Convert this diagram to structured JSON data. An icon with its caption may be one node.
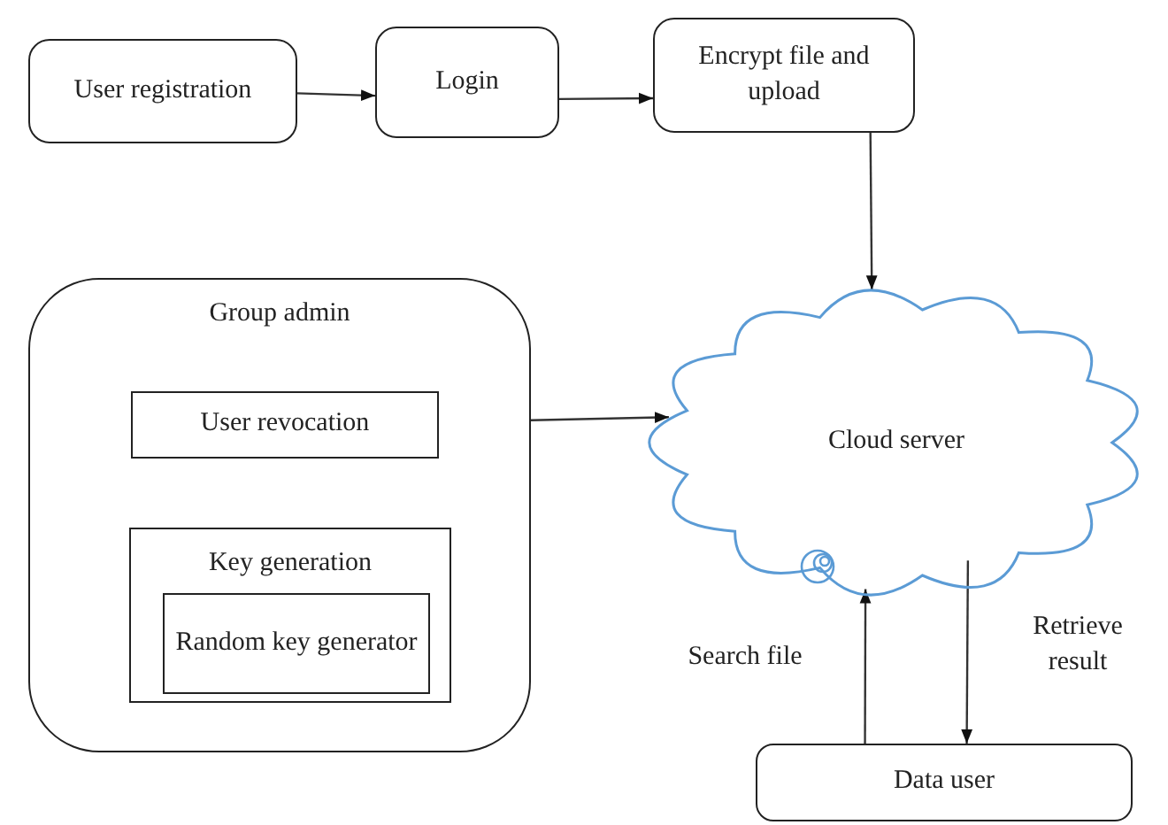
{
  "diagram": {
    "nodes": [
      {
        "text": [
          "User registration"
        ]
      },
      {
        "text": [
          "Login"
        ]
      },
      {
        "text": [
          "Encrypt file and upload"
        ]
      },
      {
        "text": [
          "Group admin"
        ]
      },
      {
        "text": [
          "User revocation"
        ],
        "in": 3
      },
      {
        "text": [
          "Key generation"
        ],
        "in": 3
      },
      {
        "text": [
          "Random key generator"
        ],
        "in": 5
      },
      {
        "text": [
          "Cloud server"
        ]
      },
      {
        "text": [
          "Data user"
        ]
      }
    ],
    "edges": [
      {
        "from": 0,
        "to": 1,
        "arrow": "to"
      },
      {
        "from": 1,
        "to": 2,
        "arrow": "to"
      },
      {
        "from": 2,
        "to": 7,
        "arrow": "to"
      },
      {
        "from": 3,
        "to": 7,
        "arrow": "to"
      },
      {
        "from": 8,
        "to": 7,
        "arrow": "to",
        "label": "Search file"
      },
      {
        "from": 7,
        "to": 8,
        "arrow": "to",
        "label": "Retrieve result"
      }
    ]
  }
}
